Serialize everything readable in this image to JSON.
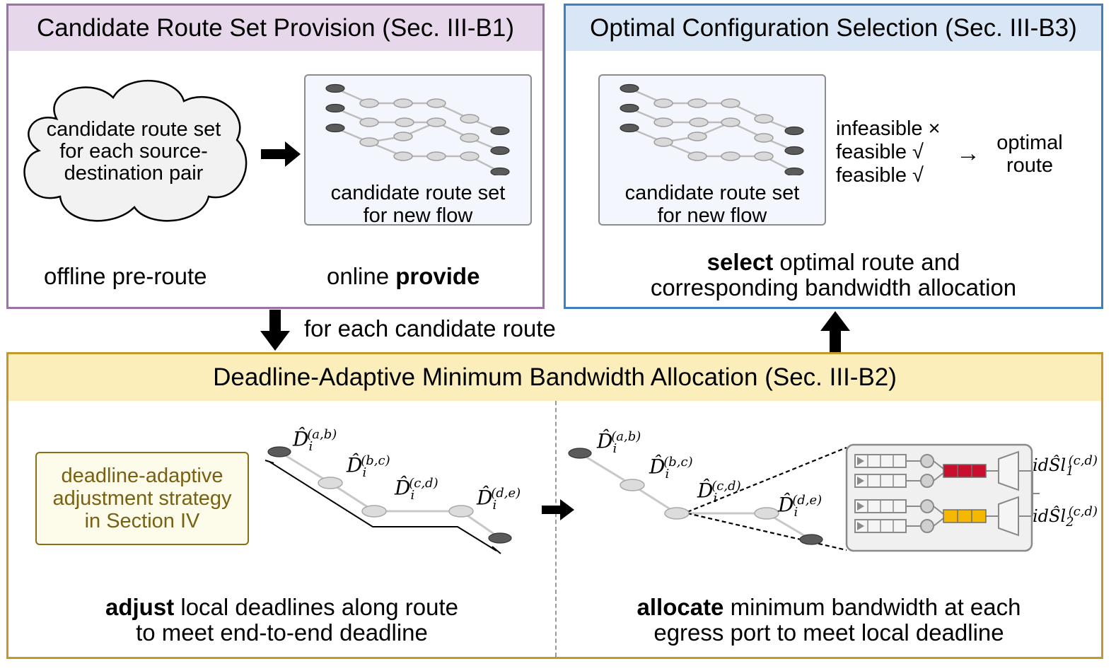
{
  "panels": {
    "route_set": {
      "title": "Candidate Route Set Provision (Sec. III-B1)",
      "cloud_text": [
        "candidate route set",
        "for each source-",
        "destination pair"
      ],
      "box_text": [
        "candidate route set",
        "for new flow"
      ],
      "offline_label": "offline pre-route",
      "online_prefix": "online ",
      "online_bold": "provide",
      "colors": {
        "border": "#9b72a9",
        "header": "#e6d7ea"
      }
    },
    "selection": {
      "title": "Optimal Configuration Selection (Sec. III-B3)",
      "box_text": [
        "candidate route set",
        "for new flow"
      ],
      "feasibility": [
        "infeasible ×",
        "feasible √",
        "feasible √"
      ],
      "arrow_glyph": "→",
      "optimal_label": [
        "optimal",
        "route"
      ],
      "caption_bold": "select",
      "caption_rest_1": " optimal route and",
      "caption_line_2": "corresponding bandwidth allocation",
      "colors": {
        "border": "#3f7fbe",
        "header": "#d8e6f6"
      }
    },
    "allocation": {
      "title": "Deadline-Adaptive Minimum Bandwidth Allocation (Sec. III-B2)",
      "strategy_text": [
        "deadline-adaptive",
        "adjustment strategy",
        "in Section IV"
      ],
      "left_caption_bold": "adjust",
      "left_caption_rest_1": " local deadlines along route",
      "left_caption_line_2": "to meet end-to-end deadline",
      "right_caption_bold": "allocate",
      "right_caption_rest_1": " minimum bandwidth at each",
      "right_caption_line_2": "egress port to meet local deadline",
      "deadline_labels": [
        {
          "base": "D̂",
          "sub": "i",
          "sup": "(a,b)"
        },
        {
          "base": "D̂",
          "sub": "i",
          "sup": "(b,c)"
        },
        {
          "base": "D̂",
          "sub": "i",
          "sup": "(c,d)"
        },
        {
          "base": "D̂",
          "sub": "i",
          "sup": "(d,e)"
        }
      ],
      "idle_slope_labels": [
        {
          "base": "idŜl",
          "sub": "1",
          "sup": "(c,d)"
        },
        {
          "base": "idŜl",
          "sub": "2",
          "sup": "(c,d)"
        }
      ],
      "colors": {
        "border": "#c19a2a",
        "header": "#fbeeba",
        "strategy_text": "#7a6012",
        "strategy_bg": "#fdfbe9",
        "shaper_red": "#c8102e",
        "shaper_yellow": "#f5b800"
      }
    }
  },
  "connector_label": "for each candidate route"
}
